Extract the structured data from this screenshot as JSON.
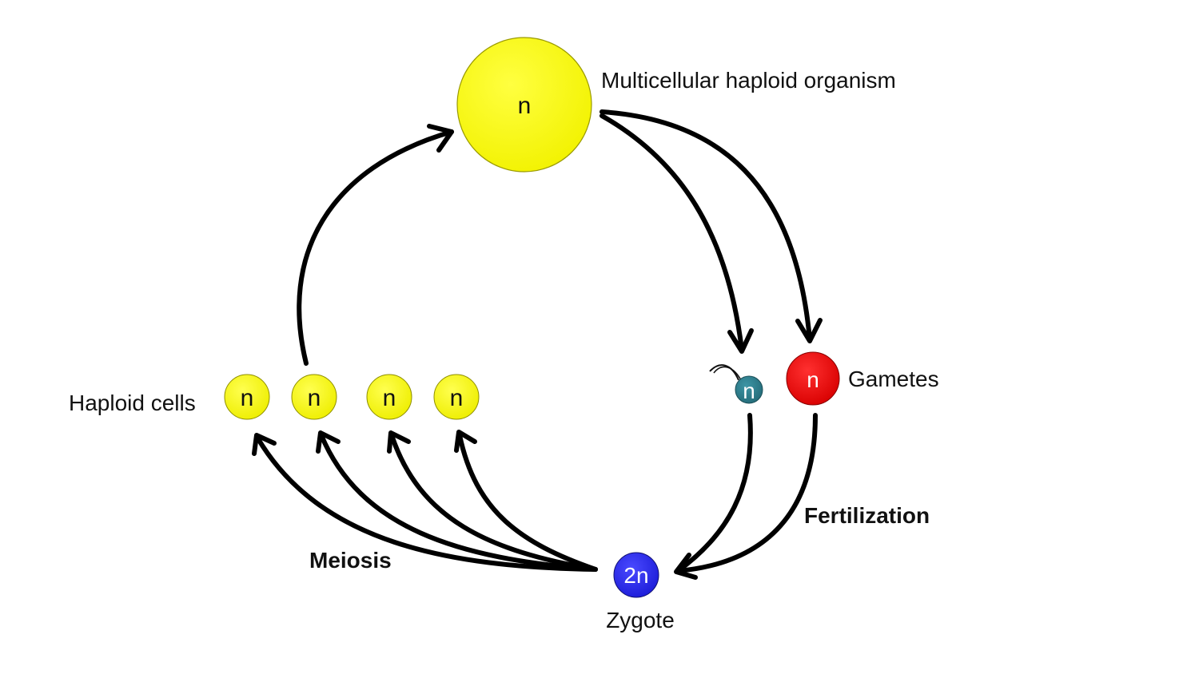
{
  "labels": {
    "organism": "Multicellular haploid organism",
    "gametes": "Gametes",
    "haploid_cells": "Haploid cells",
    "zygote": "Zygote",
    "meiosis": "Meiosis",
    "fertilization": "Fertilization"
  },
  "symbols": {
    "organism": "n",
    "sperm": "n",
    "egg": "n",
    "haploid_1": "n",
    "haploid_2": "n",
    "haploid_3": "n",
    "haploid_4": "n",
    "zygote": "2n"
  },
  "colors": {
    "haploid_yellow": "#ffff00",
    "egg_red": "#ee0000",
    "sperm_teal": "#2f7f8f",
    "zygote_blue": "#2a2af0",
    "arrow": "#000000"
  }
}
